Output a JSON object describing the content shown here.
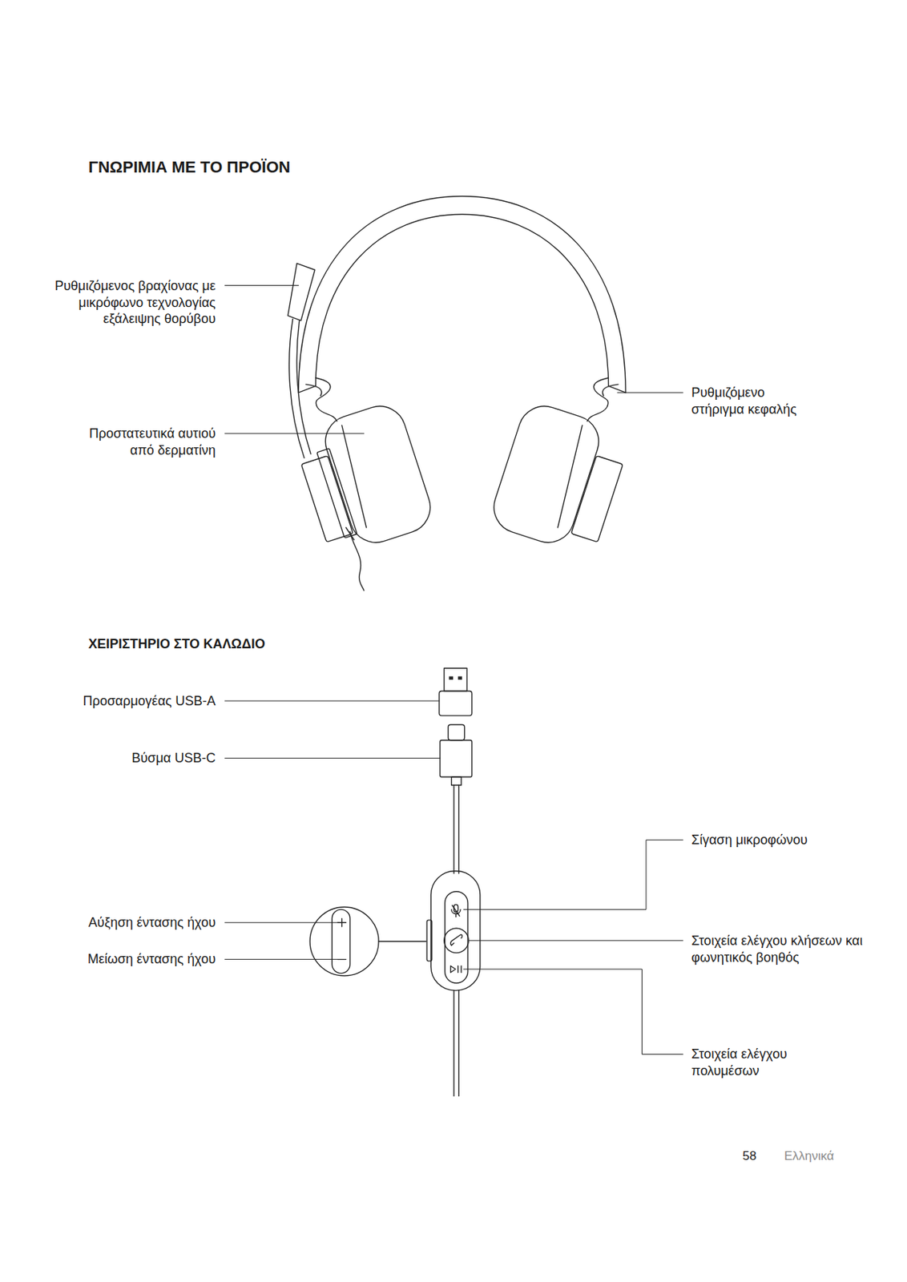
{
  "diagram": {
    "title": "ΓΝΩΡΙΜΙΑ ΜΕ ΤΟ ΠΡΟΪΟΝ",
    "labels": [
      "Ρυθμιζόμενος βραχίονας με μικρόφωνο τεχνολογίας εξάλειψης θορύβου",
      "Προστατευτικά αυτιού από δερματίνη",
      "Ρυθμιζόμενο στήριγμα κεφαλής",
      "ΧΕΙΡΙΣΤΗΡΙΟ ΣΤΟ ΚΑΛΩΔΙΟ",
      "Προσαρμογέας USB-A",
      "Βύσμα USB-C",
      "Σίγαση μικροφώνου",
      "Αύξηση έντασης ήχου",
      "Μείωση έντασης ήχου",
      "Στοιχεία ελέγχου κλήσεων και φωνητικός βοηθός",
      "Στοιχεία ελέγχου πολυμέσων",
      "58",
      "Ελληνικά"
    ]
  }
}
